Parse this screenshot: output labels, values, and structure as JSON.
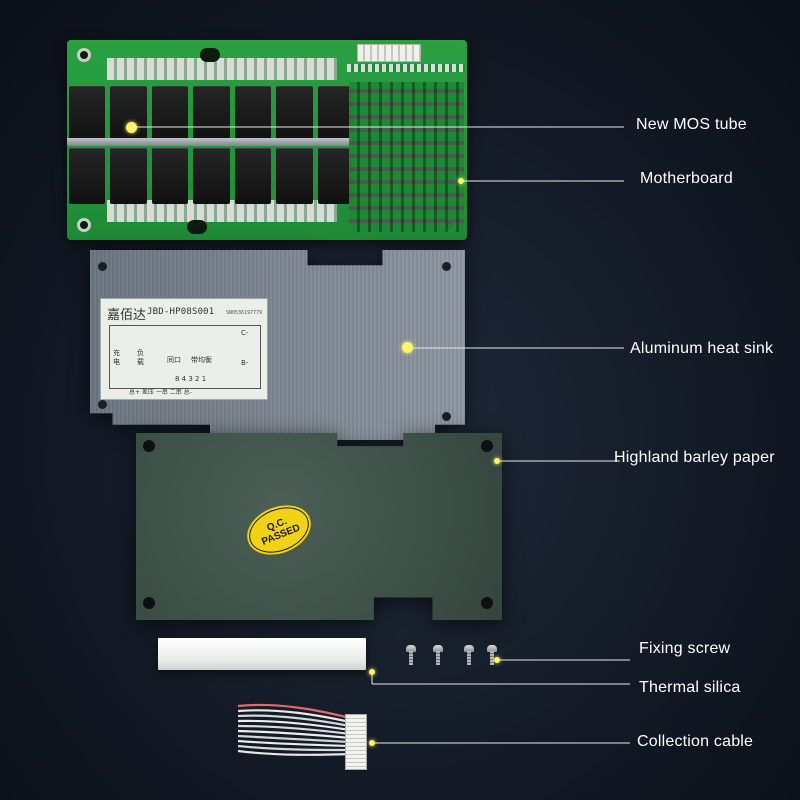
{
  "parts": {
    "mos": {
      "label": "New MOS tube"
    },
    "motherboard": {
      "label": "Motherboard"
    },
    "heatsink": {
      "label": "Aluminum heat sink"
    },
    "paper": {
      "label": "Highland barley paper"
    },
    "screw": {
      "label": "Fixing screw"
    },
    "silica": {
      "label": "Thermal silica"
    },
    "cable": {
      "label": "Collection cable"
    }
  },
  "heatsink_label": {
    "brand": "嘉佰达",
    "model": "JBD-HP08S001",
    "serial": "SN0536197779",
    "c_minus": "C-",
    "b_minus": "B-",
    "charge": "充电",
    "load": "负载",
    "same_port": "同口",
    "balance": "带均衡",
    "pins": "8 4 3 2 1",
    "bottom_row": "总+ 差压 一串 二串 总-"
  },
  "qc_seal": {
    "line1": "Q.C.",
    "line2": "PASSED"
  },
  "colors": {
    "callout_dot": "#fff36a",
    "pcb_green": "#1f8a36",
    "seal_yellow": "#f0d316"
  }
}
